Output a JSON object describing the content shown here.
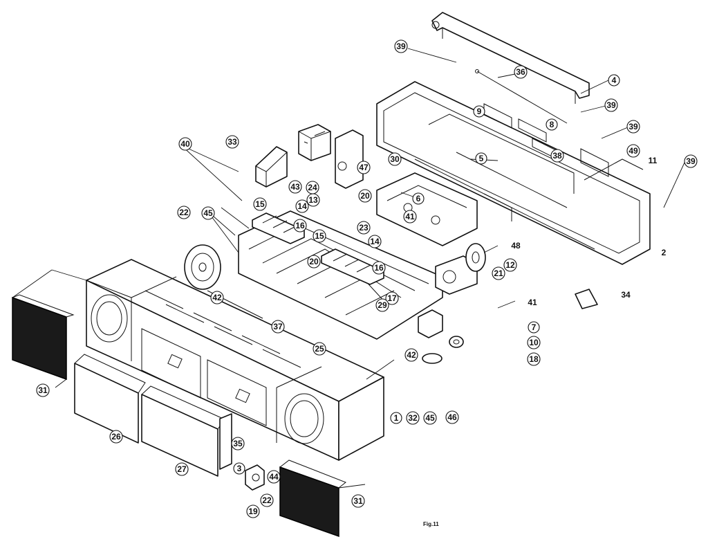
{
  "figure": {
    "caption": "Fig.11"
  },
  "callouts": [
    {
      "id": "c-1",
      "label": "1",
      "ring": true
    },
    {
      "id": "c-2",
      "label": "2",
      "ring": false
    },
    {
      "id": "c-3",
      "label": "3",
      "ring": true
    },
    {
      "id": "c-4",
      "label": "4",
      "ring": true
    },
    {
      "id": "c-5",
      "label": "5",
      "ring": true
    },
    {
      "id": "c-6",
      "label": "6",
      "ring": true
    },
    {
      "id": "c-7",
      "label": "7",
      "ring": true
    },
    {
      "id": "c-8",
      "label": "8",
      "ring": true
    },
    {
      "id": "c-9",
      "label": "9",
      "ring": true
    },
    {
      "id": "c-10",
      "label": "10",
      "ring": true
    },
    {
      "id": "c-11",
      "label": "11",
      "ring": false
    },
    {
      "id": "c-12",
      "label": "12",
      "ring": true
    },
    {
      "id": "c-13",
      "label": "13",
      "ring": true
    },
    {
      "id": "c-14a",
      "label": "14",
      "ring": true
    },
    {
      "id": "c-14b",
      "label": "14",
      "ring": true
    },
    {
      "id": "c-15a",
      "label": "15",
      "ring": true
    },
    {
      "id": "c-15b",
      "label": "15",
      "ring": true
    },
    {
      "id": "c-16a",
      "label": "16",
      "ring": true
    },
    {
      "id": "c-16b",
      "label": "16",
      "ring": true
    },
    {
      "id": "c-17",
      "label": "17",
      "ring": true
    },
    {
      "id": "c-18",
      "label": "18",
      "ring": true
    },
    {
      "id": "c-19",
      "label": "19",
      "ring": true
    },
    {
      "id": "c-20a",
      "label": "20",
      "ring": true
    },
    {
      "id": "c-20b",
      "label": "20",
      "ring": true
    },
    {
      "id": "c-21",
      "label": "21",
      "ring": true
    },
    {
      "id": "c-22a",
      "label": "22",
      "ring": true
    },
    {
      "id": "c-22b",
      "label": "22",
      "ring": true
    },
    {
      "id": "c-23",
      "label": "23",
      "ring": true
    },
    {
      "id": "c-24",
      "label": "24",
      "ring": true
    },
    {
      "id": "c-25",
      "label": "25",
      "ring": true
    },
    {
      "id": "c-26",
      "label": "26",
      "ring": true
    },
    {
      "id": "c-27",
      "label": "27",
      "ring": true
    },
    {
      "id": "c-29",
      "label": "29",
      "ring": true
    },
    {
      "id": "c-30",
      "label": "30",
      "ring": true
    },
    {
      "id": "c-31a",
      "label": "31",
      "ring": true
    },
    {
      "id": "c-31b",
      "label": "31",
      "ring": true
    },
    {
      "id": "c-32",
      "label": "32",
      "ring": true
    },
    {
      "id": "c-33",
      "label": "33",
      "ring": true
    },
    {
      "id": "c-34",
      "label": "34",
      "ring": false
    },
    {
      "id": "c-35",
      "label": "35",
      "ring": true
    },
    {
      "id": "c-36",
      "label": "36",
      "ring": true
    },
    {
      "id": "c-37",
      "label": "37",
      "ring": true
    },
    {
      "id": "c-38",
      "label": "38",
      "ring": true
    },
    {
      "id": "c-39a",
      "label": "39",
      "ring": true
    },
    {
      "id": "c-39b",
      "label": "39",
      "ring": true
    },
    {
      "id": "c-39c",
      "label": "39",
      "ring": true
    },
    {
      "id": "c-39d",
      "label": "39",
      "ring": true
    },
    {
      "id": "c-40",
      "label": "40",
      "ring": true
    },
    {
      "id": "c-41a",
      "label": "41",
      "ring": true
    },
    {
      "id": "c-41b",
      "label": "41",
      "ring": false
    },
    {
      "id": "c-42a",
      "label": "42",
      "ring": true
    },
    {
      "id": "c-42b",
      "label": "42",
      "ring": true
    },
    {
      "id": "c-43",
      "label": "43",
      "ring": true
    },
    {
      "id": "c-44",
      "label": "44",
      "ring": true
    },
    {
      "id": "c-45a",
      "label": "45",
      "ring": true
    },
    {
      "id": "c-45b",
      "label": "45",
      "ring": true
    },
    {
      "id": "c-46",
      "label": "46",
      "ring": true
    },
    {
      "id": "c-47",
      "label": "47",
      "ring": true
    },
    {
      "id": "c-48",
      "label": "48",
      "ring": false
    },
    {
      "id": "c-49",
      "label": "49",
      "ring": true
    }
  ]
}
